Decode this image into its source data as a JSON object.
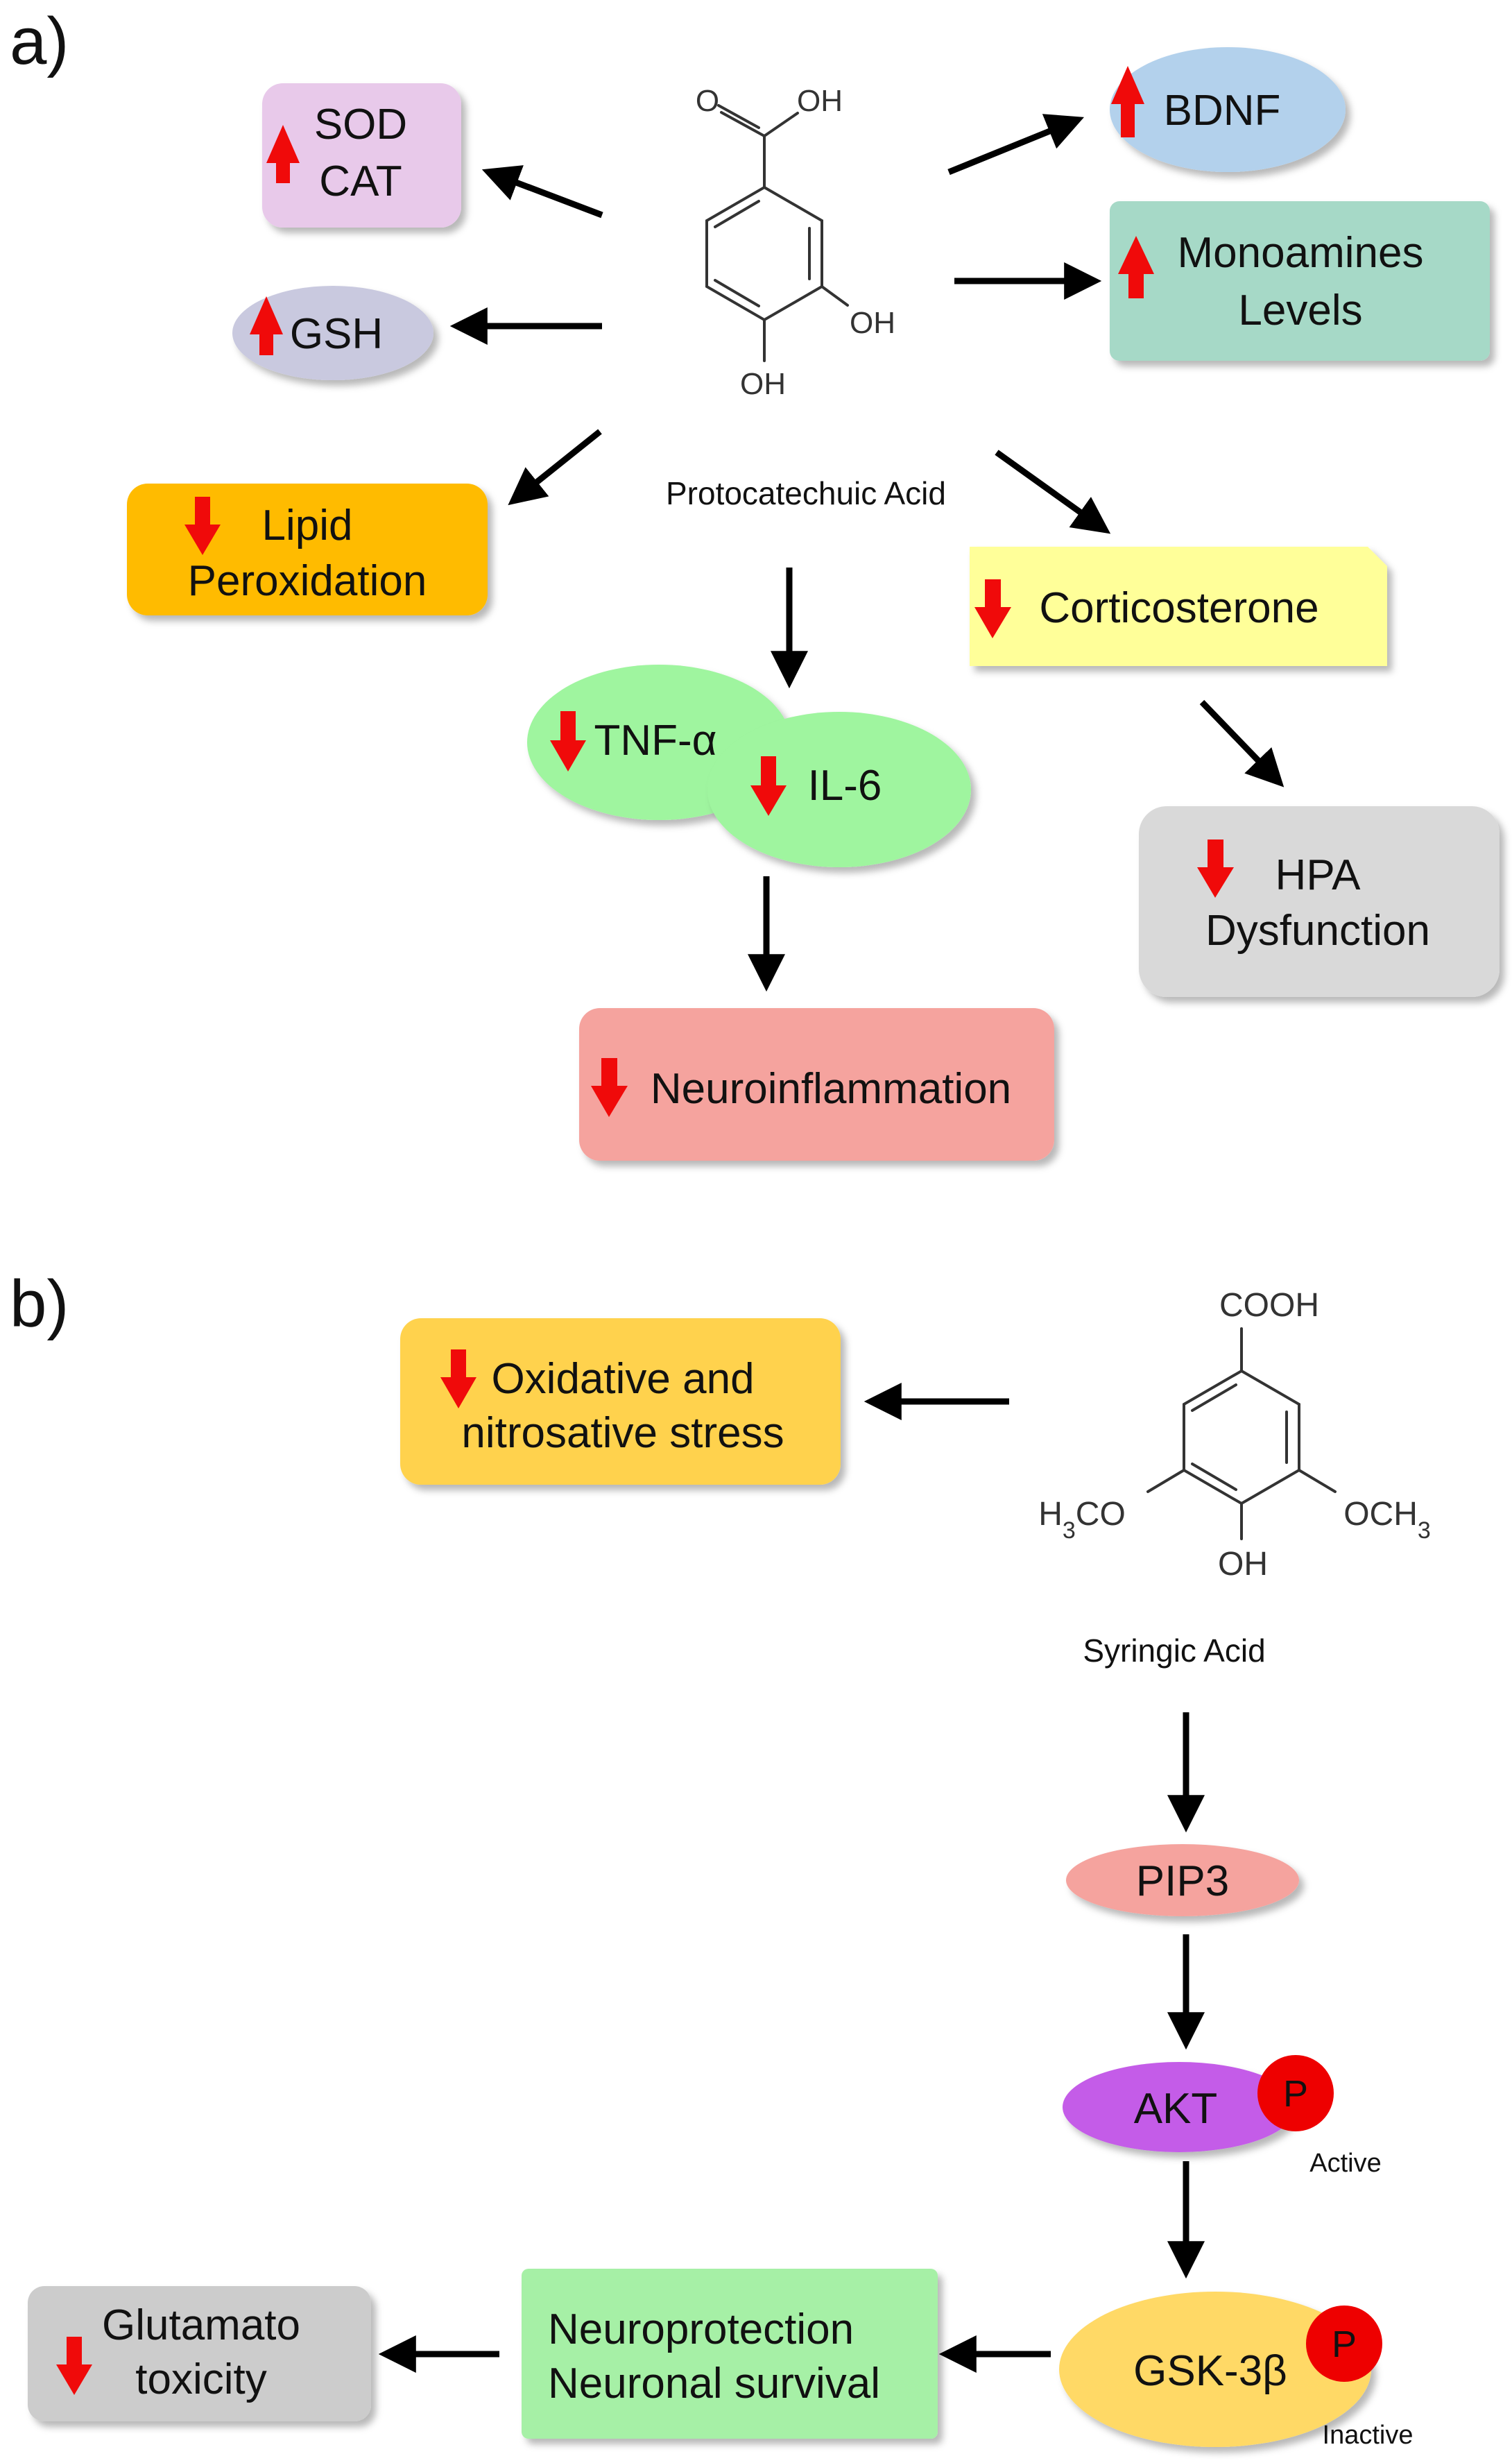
{
  "panels": {
    "a": {
      "label": "a)",
      "compound": "Protocatechuic Acid",
      "mol": {
        "oh_top": "OH",
        "oh_right": "OH",
        "oh_bottom": "OH",
        "o": "O"
      },
      "nodes": {
        "sod_cat": {
          "lines": [
            "SOD",
            "CAT"
          ],
          "color": "#e8c9ea",
          "indicator": "up"
        },
        "gsh": {
          "lines": [
            "GSH"
          ],
          "color": "#c9c9df",
          "indicator": "up"
        },
        "bdnf": {
          "lines": [
            "BDNF"
          ],
          "color": "#b3d1ec",
          "indicator": "up"
        },
        "monoamines": {
          "lines": [
            "Monoamines",
            "Levels"
          ],
          "color": "#a6d9c7",
          "indicator": "up"
        },
        "lipid": {
          "lines": [
            "Lipid",
            "Peroxidation"
          ],
          "color": "#ffbb00",
          "indicator": "down"
        },
        "corticosterone": {
          "lines": [
            "Corticosterone"
          ],
          "color": "#ffff99",
          "indicator": "down"
        },
        "tnf": {
          "lines": [
            "TNF-α"
          ],
          "color": "#9ff59f",
          "indicator": "down"
        },
        "il6": {
          "lines": [
            "IL-6"
          ],
          "color": "#9ff59f",
          "indicator": "down"
        },
        "hpa": {
          "lines": [
            "HPA",
            "Dysfunction"
          ],
          "color": "#d9d9d9",
          "indicator": "down"
        },
        "neuroinflammation": {
          "lines": [
            "Neuroinflammation"
          ],
          "color": "#f5a39e",
          "indicator": "down"
        }
      }
    },
    "b": {
      "label": "b)",
      "compound": "Syringic Acid",
      "mol": {
        "cooh": "COOH",
        "h3co": "H3CO",
        "och3": "OCH3",
        "oh": "OH"
      },
      "nodes": {
        "oxidative": {
          "lines": [
            "Oxidative and",
            "nitrosative stress"
          ],
          "color": "#ffd24d",
          "indicator": "down"
        },
        "pip3": {
          "lines": [
            "PIP3"
          ],
          "color": "#f5a39e"
        },
        "akt": {
          "lines": [
            "AKT"
          ],
          "color": "#c45ce8"
        },
        "akt_p": {
          "lines": [
            "P"
          ],
          "color": "#ee0000"
        },
        "akt_state": "Active",
        "gsk": {
          "lines": [
            "GSK-3β"
          ],
          "color": "#ffd966"
        },
        "gsk_p": {
          "lines": [
            "P"
          ],
          "color": "#ee0000"
        },
        "gsk_state": "Inactive",
        "neuroprotection": {
          "lines": [
            "Neuroprotection",
            "Neuronal survival"
          ],
          "color": "#a6f0a6"
        },
        "glutamato": {
          "lines": [
            "Glutamato",
            "toxicity"
          ],
          "color": "#cccccc",
          "indicator": "down"
        }
      }
    }
  },
  "colors": {
    "indicator_arrow": "#f00a0a",
    "connector": "#000000"
  }
}
